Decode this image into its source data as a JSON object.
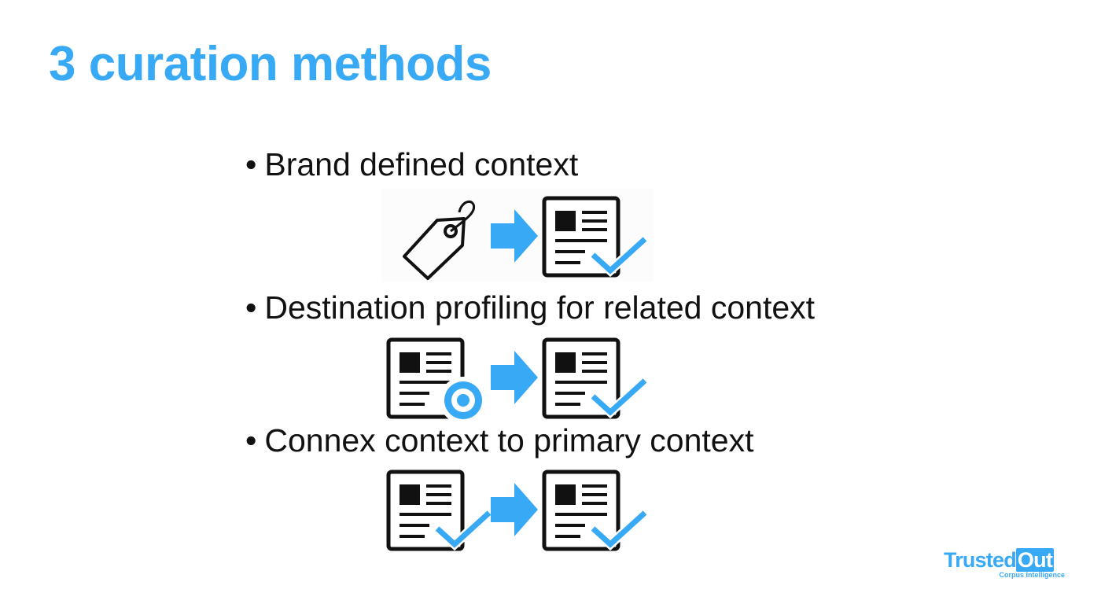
{
  "slide": {
    "title": "3 curation methods",
    "bullet_symbol": "•",
    "methods": [
      {
        "label": "Brand defined context",
        "source_icon": "tag-icon",
        "arrow_icon": "arrow-right-icon",
        "result_icon": "document-check-icon"
      },
      {
        "label": "Destination profiling for related context",
        "source_icon": "document-target-icon",
        "arrow_icon": "arrow-right-icon",
        "result_icon": "document-check-icon"
      },
      {
        "label": "Connex context to primary context",
        "source_icon": "document-check-icon",
        "arrow_icon": "arrow-right-icon",
        "result_icon": "document-check-icon"
      }
    ]
  },
  "logo": {
    "name_part1": "Trusted",
    "name_part2": "Out",
    "tagline": "Corpus Intelligence"
  },
  "colors": {
    "accent": "#38a9f5",
    "text": "#111111",
    "icon_stroke": "#111111",
    "background": "#ffffff"
  }
}
